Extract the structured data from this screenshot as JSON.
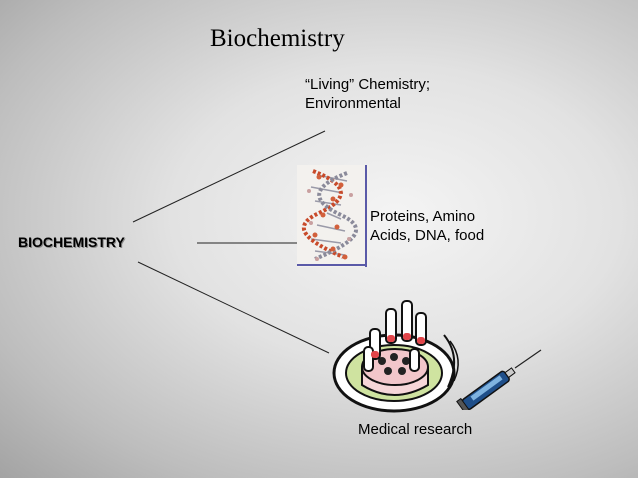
{
  "slide": {
    "title": "Biochemistry",
    "main_label": "BIOCHEMISTRY",
    "branches": [
      {
        "line1": "“Living” Chemistry;",
        "line2": "Environmental"
      },
      {
        "line1": "Proteins, Amino",
        "line2": "Acids, DNA, food"
      },
      {
        "line1": "Medical research"
      }
    ]
  },
  "images": {
    "dna": "dna-helix-icon",
    "lab": "petri-dish-test-tubes-icon",
    "syringe": "syringe-icon"
  }
}
